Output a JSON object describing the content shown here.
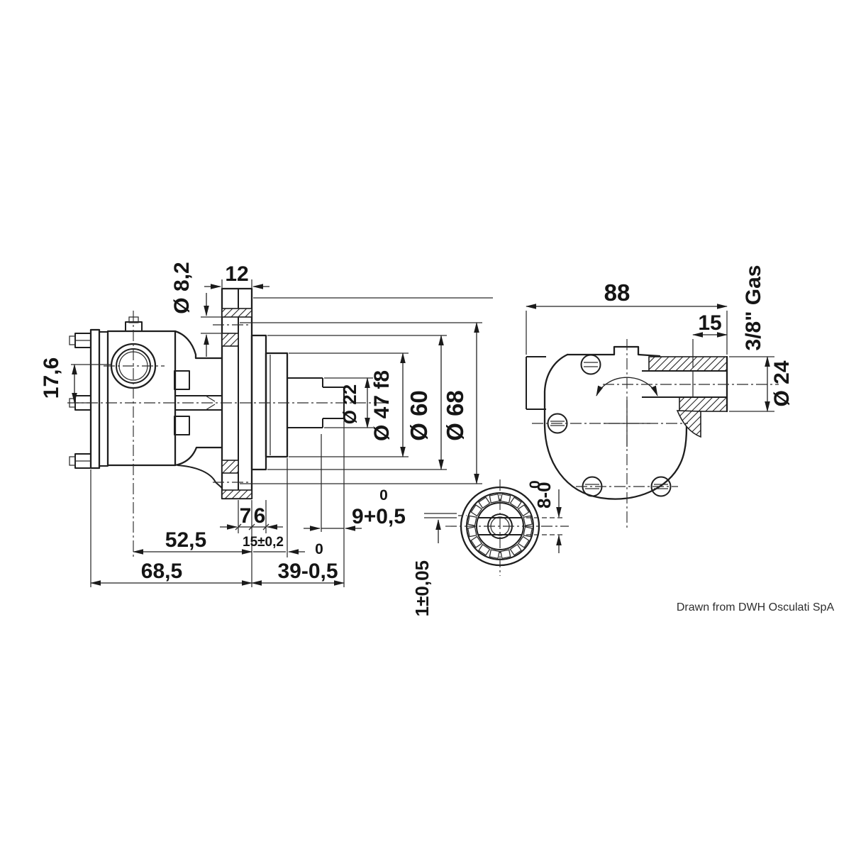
{
  "drawing": {
    "credit": "Drawn from DWH Osculati SpA",
    "side_view": {
      "hole_dia": "Ø 8,2",
      "flange_th": "12",
      "port_offset": "17,6",
      "shaft_dia": "Ø 22",
      "spigot_dia": "Ø 47 f8",
      "pilot_dia": "Ø 60",
      "flange_dia": "Ø 68",
      "seven": "7",
      "six": "6",
      "len_52_5": "52,5",
      "len_15": "15±0,2",
      "len_68_5": "68,5",
      "len_39": "39-0,5",
      "len_39_sup": "0",
      "len_9": "9+0,5",
      "len_9_sup": "0"
    },
    "front_view": {
      "width": "88",
      "depth": "15",
      "thread": "3/8\" Gas",
      "port_dia": "Ø 24"
    },
    "impeller_view": {
      "end_float": "1±0,05",
      "slot": "8-0",
      "slot_sup": "0"
    }
  }
}
